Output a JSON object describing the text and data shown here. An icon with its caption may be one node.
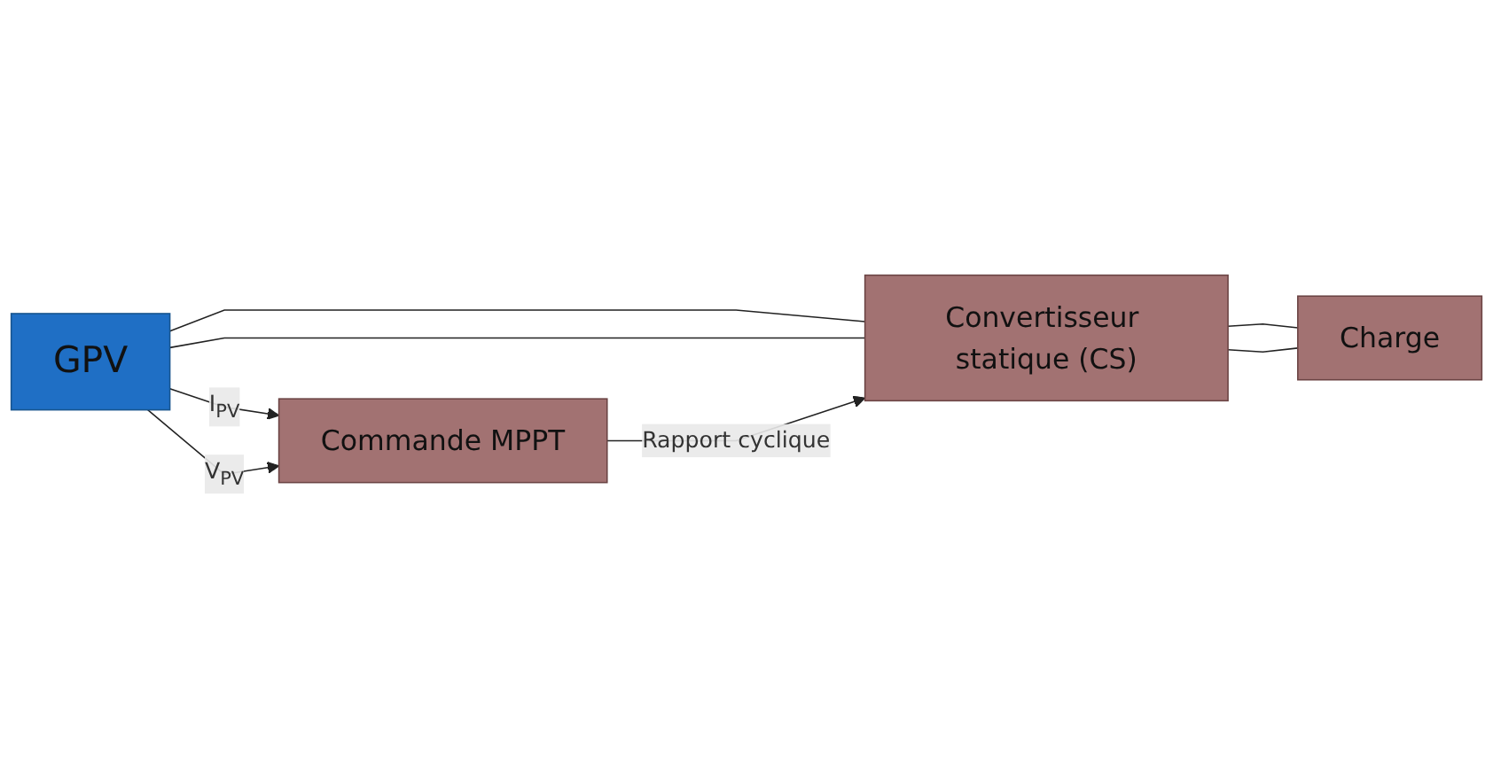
{
  "diagram": {
    "nodes": [
      {
        "text": [
          "GPV"
        ]
      },
      {
        "text": [
          "Convertisseur statique (CS)"
        ]
      },
      {
        "text": [
          "Charge"
        ]
      },
      {
        "text": [
          "Commande MPPT"
        ]
      }
    ],
    "edges": [
      {
        "from": 0,
        "to": 1,
        "arrow": "none"
      },
      {
        "from": 0,
        "to": 1,
        "arrow": "none"
      },
      {
        "from": 1,
        "to": 2,
        "arrow": "none"
      },
      {
        "from": 1,
        "to": 2,
        "arrow": "none"
      },
      {
        "from": 0,
        "to": 3,
        "arrow": "to",
        "label": "I$_{PV}$"
      },
      {
        "from": 0,
        "to": 3,
        "arrow": "to",
        "label": "V$_{PV}$"
      },
      {
        "from": 3,
        "to": 1,
        "arrow": "to",
        "label": "Rapport cyclique"
      }
    ]
  }
}
